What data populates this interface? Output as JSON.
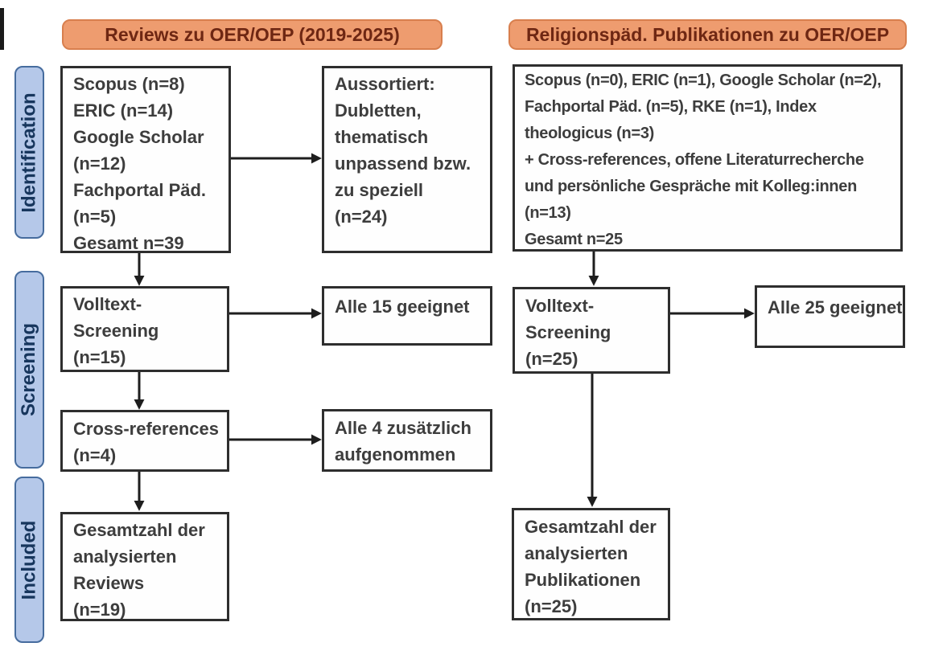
{
  "diagram_title": "PRISMA-style literature flow diagram",
  "colors": {
    "header_fill": "#EE9C6F",
    "header_border": "#D87F4E",
    "header_text": "#6E2713",
    "stage_label_fill": "#B5C8E9",
    "stage_label_border": "#466C9E",
    "stage_label_text": "#17365D",
    "box_border": "#2E2E2E",
    "box_text": "#3D3D3D",
    "arrow": "#1E1E1E",
    "background": "#FFFFFF"
  },
  "stages": [
    {
      "label": "Identification"
    },
    {
      "label": "Screening"
    },
    {
      "label": "Included"
    }
  ],
  "left_column": {
    "header": "Reviews zu OER/OEP (2019-2025)",
    "identification_box": "Scopus (n=8)\nERIC (n=14)\nGoogle Scholar\n(n=12)\nFachportal Päd.\n(n=5)\nGesamt n=39",
    "excluded_box": "Aussortiert:\nDubletten,\nthematisch\nunpassend bzw.\nzu speziell\n(n=24)",
    "fulltext_screening_box": "Volltext-\nScreening\n(n=15)",
    "screening_result_box": "Alle 15 geeignet",
    "crossreferences_box": "Cross-references\n(n=4)",
    "crossreferences_result_box": "Alle 4 zusätzlich\naufgenommen",
    "included_box": "Gesamtzahl der\nanalysierten\nReviews\n(n=19)"
  },
  "right_column": {
    "header": "Religionspäd. Publikationen zu OER/OEP",
    "identification_box": "Scopus (n=0), ERIC (n=1), Google Scholar (n=2),\nFachportal Päd. (n=5), RKE (n=1), Index\ntheologicus (n=3)\n+ Cross-references, offene Literaturrecherche\nund persönliche Gespräche mit Kolleg:innen\n(n=13)\nGesamt n=25",
    "fulltext_screening_box": "Volltext-\nScreening\n(n=25)",
    "screening_result_box": "Alle 25 geeignet",
    "included_box": "Gesamtzahl der\nanalysierten\nPublikationen\n(n=25)"
  }
}
